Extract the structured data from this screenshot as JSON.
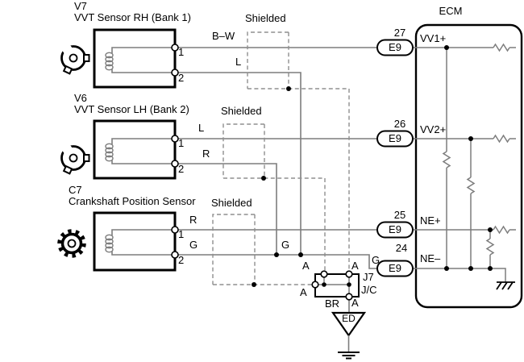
{
  "sensors": [
    {
      "code": "V7",
      "name": "VVT Sensor RH (Bank 1)",
      "shield": "Shielded",
      "pin1": "1",
      "pin2": "2",
      "wire1": "B–W",
      "wire2": "L"
    },
    {
      "code": "V6",
      "name": "VVT Sensor LH (Bank 2)",
      "shield": "Shielded",
      "pin1": "1",
      "pin2": "2",
      "wire1": "L",
      "wire2": "R"
    },
    {
      "code": "C7",
      "name": "Crankshaft Position Sensor",
      "shield": "Shielded",
      "pin1": "1",
      "pin2": "2",
      "wire1": "R",
      "wire2": "G"
    }
  ],
  "ecm": {
    "title": "ECM",
    "pins": [
      {
        "number": "27",
        "connector": "E9",
        "signal": "VV1+"
      },
      {
        "number": "26",
        "connector": "E9",
        "signal": "VV2+"
      },
      {
        "number": "25",
        "connector": "E9",
        "signal": "NE+"
      },
      {
        "number": "24",
        "connector": "E9",
        "signal": "NE–",
        "wire": "G"
      }
    ]
  },
  "junction": {
    "code": "J7",
    "type": "J/C",
    "pin_labels": [
      "A",
      "A",
      "A",
      "A"
    ],
    "wire": "BR",
    "ground": "ED"
  },
  "mid_wire_label": "G",
  "colors": {
    "wire": "#7d7d7d",
    "shield_dash": "#8f8f8f",
    "outline": "#000000"
  }
}
